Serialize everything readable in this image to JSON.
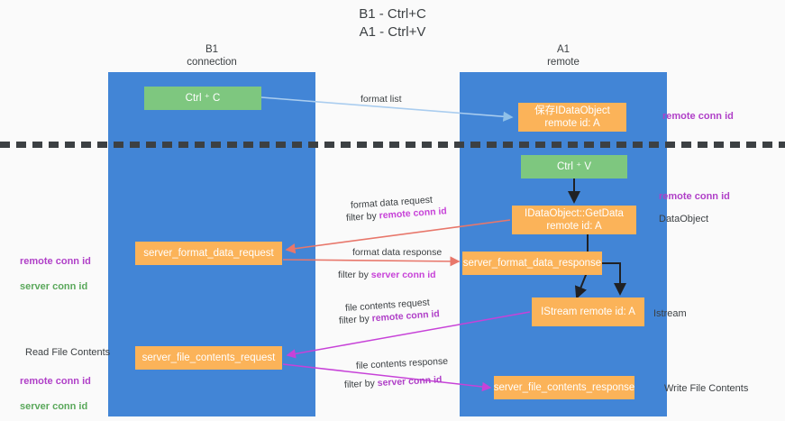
{
  "title": "B1 - Ctrl+C\nA1 - Ctrl+V",
  "lanes": [
    {
      "id": "b1",
      "name": "B1",
      "sub": "connection",
      "header": "B1\nconnection"
    },
    {
      "id": "a1",
      "name": "A1",
      "sub": "remote",
      "header": "A1\nremote"
    }
  ],
  "divider": {
    "style": "dashed",
    "color": "#3c4043"
  },
  "nodes": {
    "ctrl_c": {
      "label": "Ctrl ⁺ C",
      "color": "#7ec77f",
      "lane": "b1"
    },
    "save_idataobject": {
      "label": "保存IDataObject\nremote id: A",
      "color": "#fbb359",
      "lane": "a1"
    },
    "ctrl_v": {
      "label": "Ctrl ⁺ V",
      "color": "#7ec77f",
      "lane": "a1"
    },
    "getdata": {
      "label": "IDataObject::GetData\nremote id: A",
      "color": "#fbb359",
      "lane": "a1"
    },
    "server_format_data_request": {
      "label": "server_format_data_request",
      "color": "#fbb359",
      "lane": "b1"
    },
    "server_format_data_response": {
      "label": "server_format_data_response",
      "color": "#fbb359",
      "lane": "a1"
    },
    "istream": {
      "label": "IStream\nremote id: A",
      "color": "#fbb359",
      "lane": "a1"
    },
    "server_file_contents_request": {
      "label": "server_file_contents_request",
      "color": "#fbb359",
      "lane": "b1"
    },
    "server_file_contents_response": {
      "label": "server_file_contents_response",
      "color": "#fbb359",
      "lane": "a1"
    }
  },
  "edges": [
    {
      "id": "format_list",
      "line1": "format list",
      "line2": "",
      "color": "#aacdef"
    },
    {
      "id": "format_data_request",
      "line1": "format data request",
      "line2_prefix": "filter by ",
      "line2_key": "remote conn id",
      "color": "#e8776b"
    },
    {
      "id": "format_data_response",
      "line1": "format data response",
      "line2_prefix": "filter by ",
      "line2_key": "server conn id",
      "color": "#e8776b"
    },
    {
      "id": "file_contents_request",
      "line1": "file contents request",
      "line2_prefix": "filter by ",
      "line2_key": "remote conn id",
      "color": "#c742d8"
    },
    {
      "id": "file_contents_response",
      "line1": "file contents response",
      "line2_prefix": "filter by ",
      "line2_key": "server conn id",
      "color": "#c742d8"
    }
  ],
  "side_labels": {
    "right": [
      {
        "id": "remote_conn_id_top",
        "text": "remote conn id",
        "color": "#b040c8"
      },
      {
        "id": "remote_conn_id_mid",
        "text": "remote conn id",
        "color": "#b040c8"
      },
      {
        "id": "dataobject",
        "text": "DataObject",
        "color": "#3c4043"
      },
      {
        "id": "istream",
        "text": "Istream",
        "color": "#3c4043"
      },
      {
        "id": "write_file_contents",
        "text": "Write File Contents",
        "color": "#3c4043"
      }
    ],
    "left": [
      {
        "id": "ids_top_remote",
        "text": "remote conn id",
        "color": "#b040c8"
      },
      {
        "id": "ids_top_server",
        "text": "server conn id",
        "color": "#5aa85b"
      },
      {
        "id": "read_file_contents",
        "text": "Read File Contents",
        "color": "#3c4043"
      },
      {
        "id": "ids_bottom_remote",
        "text": "remote conn id",
        "color": "#b040c8"
      },
      {
        "id": "ids_bottom_server",
        "text": "server conn id",
        "color": "#5aa85b"
      }
    ]
  },
  "colors": {
    "lane": "#4285d6",
    "green_node": "#7ec77f",
    "orange_node": "#fbb359",
    "background": "#fafafa",
    "text": "#3c4043",
    "purple": "#b040c8",
    "magenta": "#c742d8",
    "green_text": "#5aa85b",
    "red_arrow": "#e8776b",
    "blue_arrow": "#aacdef"
  }
}
